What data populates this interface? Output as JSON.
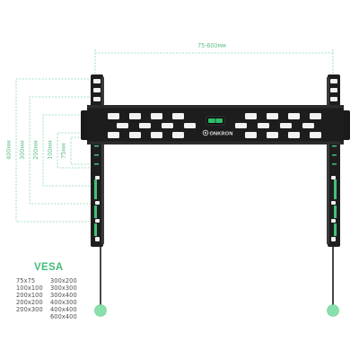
{
  "dimensions": {
    "horizontal": "75-600мм",
    "vertical": [
      "400мм",
      "300мм",
      "200мм",
      "100мм",
      "75мм"
    ]
  },
  "logo": {
    "brand": "ONKRON"
  },
  "bracket": {
    "level_icon": "bubble-level-icon"
  },
  "vesa": {
    "title": "VESA",
    "column1": [
      "75x75",
      "100x100",
      "200x100",
      "200x200",
      "200x300"
    ],
    "column2": [
      "300x200",
      "300x300",
      "300x400",
      "400x300",
      "400x400",
      "600x400"
    ]
  },
  "colors": {
    "accent": "#44bb7a",
    "dimension_line": "#7fd3a3",
    "bracket": "#1d1d1d",
    "slot": "#f2f2f2",
    "cord": "#1a1a1a",
    "pull_tab": "#86dfa8"
  }
}
